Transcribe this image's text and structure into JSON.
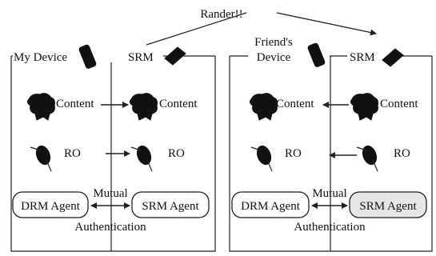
{
  "top_label": "Rander!!",
  "panels": [
    {
      "device_label": "My Device",
      "srm_label": "SRM",
      "left_content_label": "Content",
      "right_content_label": "Content",
      "left_ro_label": "RO",
      "right_ro_label": "RO",
      "left_agent": "DRM Agent",
      "right_agent": "SRM Agent",
      "mutual_label": "Mutual",
      "authentication_label": "Authentication"
    },
    {
      "device_label_line1": "Friend's",
      "device_label_line2": "Device",
      "srm_label": "SRM",
      "left_content_label": "Content",
      "right_content_label": "Content",
      "left_ro_label": "RO",
      "right_ro_label": "RO",
      "left_agent": "DRM Agent",
      "right_agent": "SRM Agent",
      "mutual_label": "Mutual",
      "authentication_label": "Authentication"
    }
  ],
  "icons": {
    "device": "phone-icon",
    "srm": "memory-card-icon",
    "content": "content-icon",
    "ro": "rights-object-icon"
  }
}
